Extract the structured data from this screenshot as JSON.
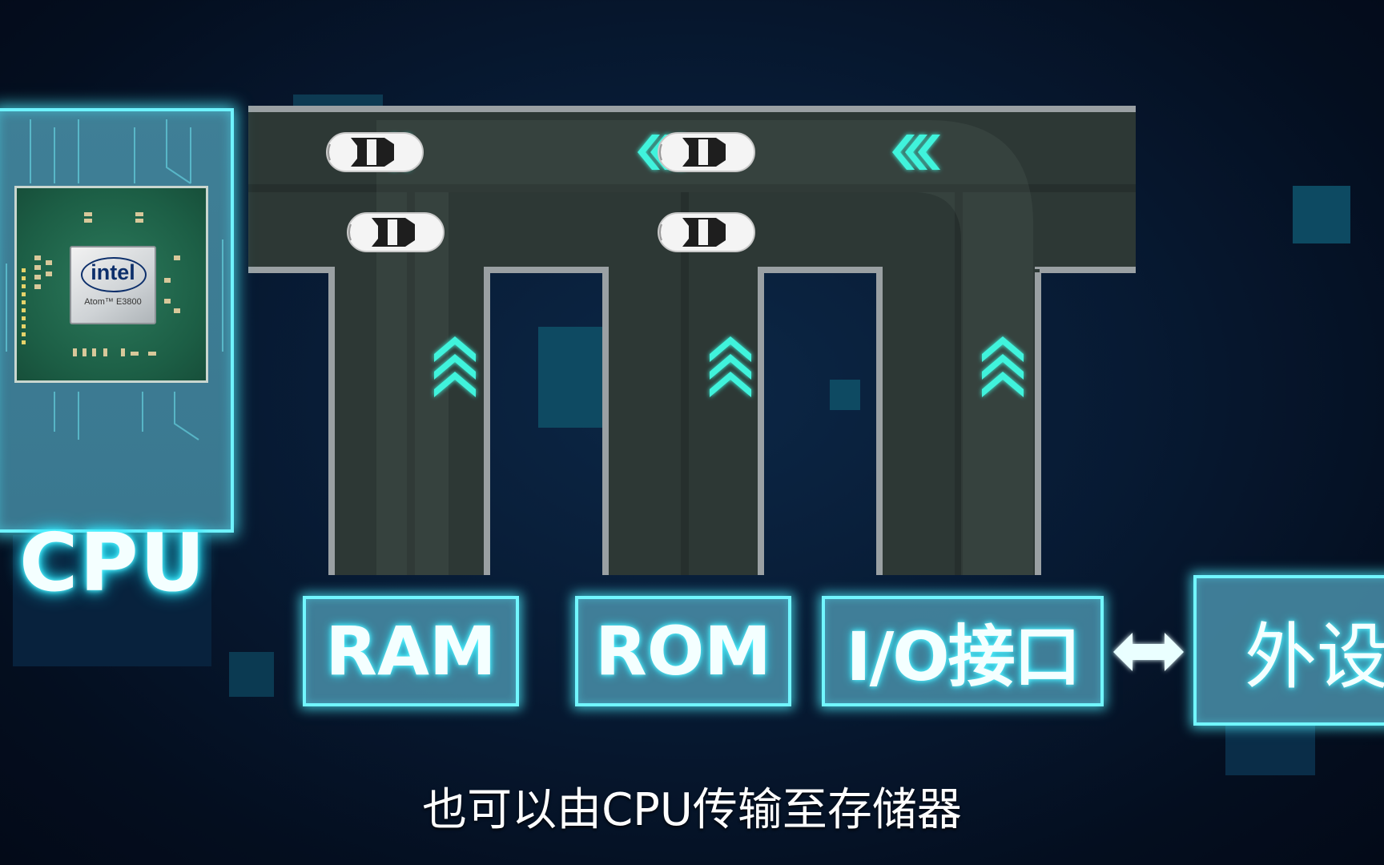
{
  "cpu": {
    "label": "CPU",
    "chip_brand": "intel",
    "chip_model": "Atom™ E3800"
  },
  "memory_boxes": {
    "ram": "RAM",
    "rom": "ROM",
    "io": "I/O接口",
    "peripheral": "外设"
  },
  "subtitle": "也可以由CPU传输至存储器",
  "colors": {
    "glow": "#6ff3ff",
    "road": "#2e3936",
    "background": "#071a33",
    "box_fill": "#488ca6",
    "arrow": "#3ff3dc"
  },
  "icons": [
    "car-icon",
    "left-chevron-arrow-icon",
    "up-chevron-arrow-icon",
    "double-headed-arrow-icon"
  ]
}
